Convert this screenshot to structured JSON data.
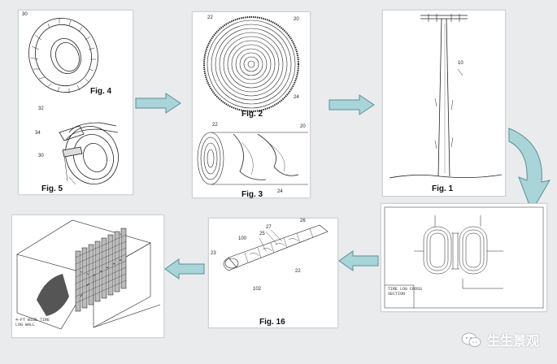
{
  "panels": {
    "fig45": {
      "fig4_label": "Fig. 4",
      "fig5_label": "Fig. 5",
      "refs": [
        "30",
        "32",
        "34",
        "30"
      ]
    },
    "fig23": {
      "fig2_label": "Fig. 2",
      "fig3_label": "Fig. 3",
      "refs_fig2": [
        "22",
        "20",
        "24"
      ],
      "refs_fig3": [
        "22",
        "20",
        "24"
      ]
    },
    "fig1": {
      "label": "Fig. 1",
      "ref": "10"
    },
    "cross_section": {
      "title_block": [
        "TIRE LOG CROSS",
        "SECTION"
      ]
    },
    "fig16": {
      "label": "Fig. 16",
      "refs": [
        "26",
        "27",
        "25",
        "100",
        "23",
        "22",
        "102"
      ]
    },
    "wall": {
      "caption": "4-FT WIDE TIRE\nLOG WALL"
    }
  },
  "watermark": {
    "text": "生生景观",
    "icon": "wechat-icon"
  },
  "colors": {
    "arrow_fill": "#a9d4d8",
    "arrow_stroke": "#5b8f98",
    "background": "#e9ebec"
  }
}
